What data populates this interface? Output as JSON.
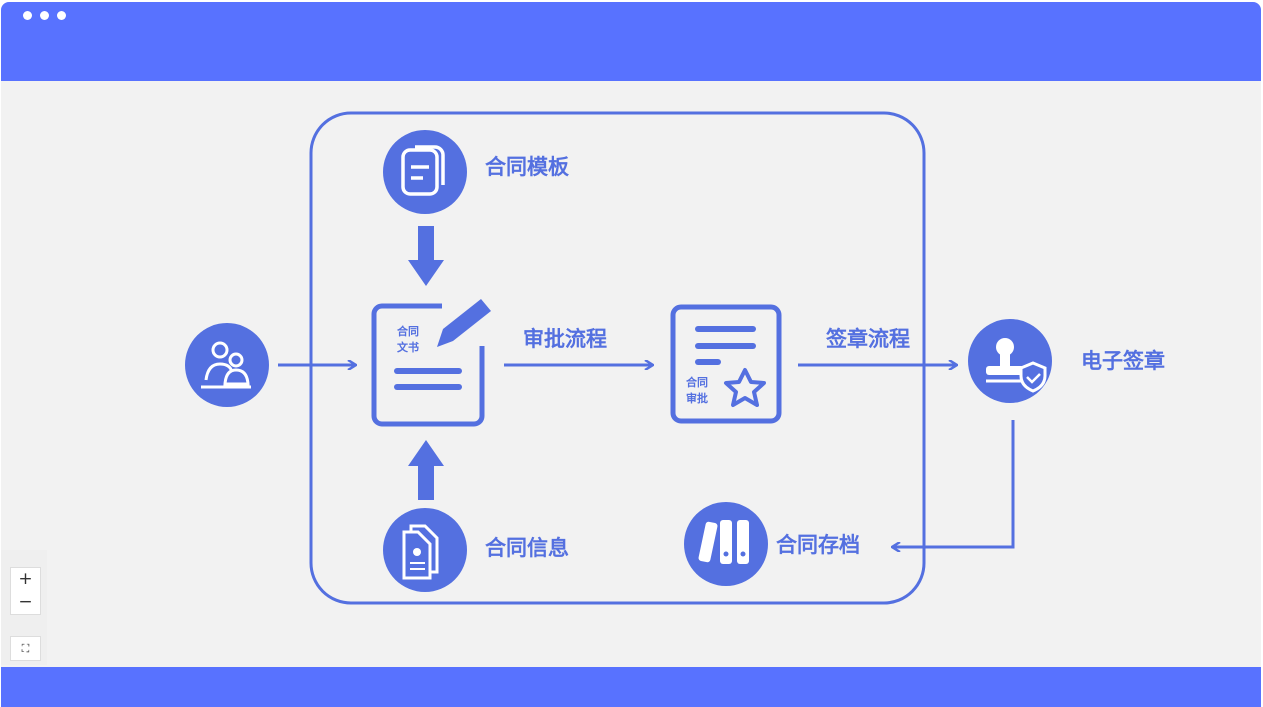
{
  "window": {
    "controls": [
      "dot",
      "dot",
      "dot"
    ]
  },
  "diagram": {
    "color": "#5470e0",
    "template": "合同模板",
    "document_line1": "合同",
    "document_line2": "文书",
    "approval_flow": "审批流程",
    "approval_line1": "合同",
    "approval_line2": "审批",
    "seal_flow": "签章流程",
    "e_seal": "电子签章",
    "info": "合同信息",
    "archive": "合同存档"
  },
  "zoom_controls": {
    "zoom_in": "+",
    "zoom_out": "−",
    "fit": "⛶"
  }
}
